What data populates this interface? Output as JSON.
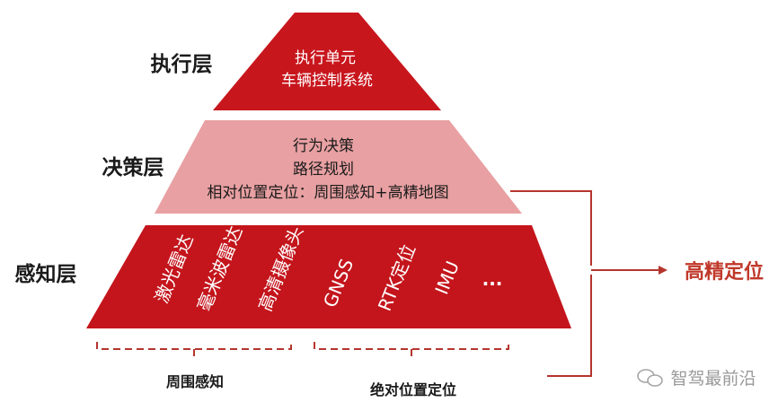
{
  "layers": {
    "execution": {
      "label": "执行层",
      "lines": [
        "执行单元",
        "车辆控制系统"
      ]
    },
    "decision": {
      "label": "决策层",
      "lines": [
        "行为决策",
        "路径规划",
        "相对位置定位：周围感知+高精地图"
      ]
    },
    "perception": {
      "label": "感知层",
      "sensors": [
        "激光雷达",
        "毫米波雷达",
        "高清摄像头",
        "GNSS",
        "RTK定位",
        "IMU",
        "..."
      ]
    }
  },
  "groups": {
    "surround": "周围感知",
    "absolute": "绝对位置定位"
  },
  "output_label": "高精定位",
  "watermark": "智驾最前沿",
  "colors": {
    "top_red": "#c8161d",
    "mid_pink": "#e8a0a2",
    "bottom_red": "#c4151c",
    "connector": "#b5352d",
    "text_dark": "#1a1a1a",
    "output_text": "#c0392b"
  }
}
